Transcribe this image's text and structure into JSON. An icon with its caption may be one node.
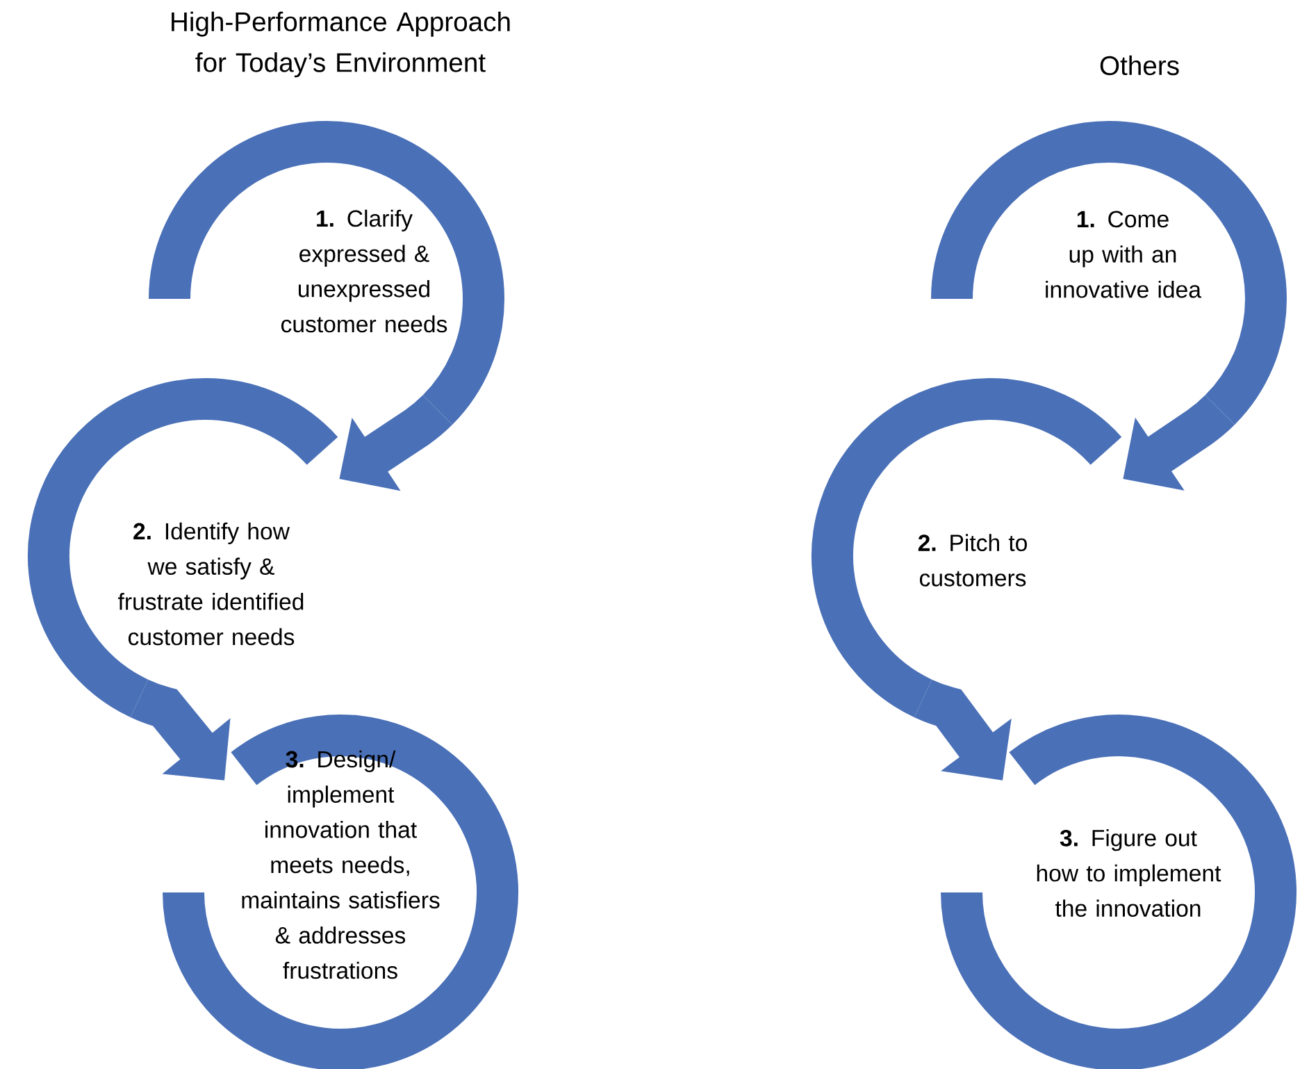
{
  "diagram": {
    "nodes": [
      {
        "text": [
          "**1.** Clarify expressed & unexpressed customer needs"
        ]
      },
      {
        "text": [
          "**2.** Identify how we satisfy & frustrate identified customer needs"
        ]
      },
      {
        "text": [
          "**3.** Design/ implement innovation that meets needs, maintains satisfiers & addresses frustrations"
        ]
      },
      {
        "text": [
          "**1.** Come up with an innovative idea"
        ]
      },
      {
        "text": [
          "**2.** Pitch to customers"
        ]
      },
      {
        "text": [
          "**3.** Figure out how to implement the innovation"
        ]
      }
    ],
    "edges": [
      {
        "from": 0,
        "to": 1,
        "arrow": "to"
      },
      {
        "from": 1,
        "to": 2,
        "arrow": "to"
      },
      {
        "from": 3,
        "to": 4,
        "arrow": "to"
      },
      {
        "from": 4,
        "to": 5,
        "arrow": "to"
      }
    ],
    "labels": [
      "High-Performance Approach for Today’s Environment",
      "Others"
    ]
  }
}
